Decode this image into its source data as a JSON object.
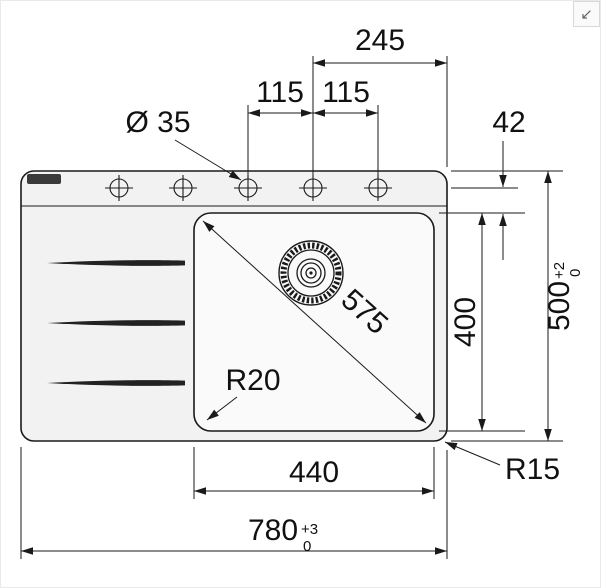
{
  "page": {
    "type": "technical-dimension-drawing",
    "subject": "kitchen sink top view with drainboard and bowl"
  },
  "controls": {
    "expand_icon": "↙"
  },
  "colors": {
    "line": "#1a1a1a",
    "sink_fill": "#f2f2f2",
    "bowl_fill": "#fafafa",
    "background": "#ffffff"
  },
  "dimensions": {
    "tap_holes_to_right_edge": "245",
    "hole_spacing_left": "115",
    "hole_spacing_right": "115",
    "tap_hole_diameter": "Ø 35",
    "rim_to_bowl": "42",
    "bowl_diagonal": "575",
    "bowl_front_to_back": "400",
    "overall_depth": "500",
    "overall_depth_tol_upper": "+2",
    "overall_depth_tol_lower": "0",
    "bowl_corner_radius": "R20",
    "bowl_width": "440",
    "outer_corner_radius": "R15",
    "overall_width": "780",
    "overall_width_tol_upper": "+3",
    "overall_width_tol_lower": "0"
  }
}
